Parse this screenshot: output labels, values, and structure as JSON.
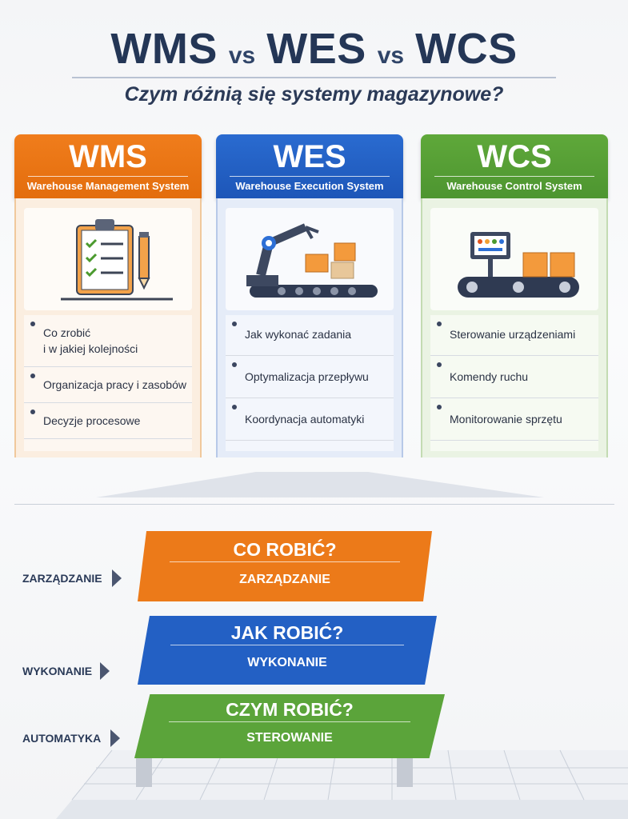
{
  "header": {
    "title_part1": "WMS",
    "title_vs1": "vs",
    "title_part2": "WES",
    "title_vs2": "vs",
    "title_part3": "WCS",
    "subtitle": "Czym różnią się systemy magazynowe?"
  },
  "columns": [
    {
      "abbr": "WMS",
      "full": "Warehouse Management System",
      "icon": "clipboard-checklist-icon",
      "items": [
        "Co zrobić\ni w jakiej kolejności",
        "Organizacja pracy i zasobów",
        "Decyzje procesowe"
      ]
    },
    {
      "abbr": "WES",
      "full": "Warehouse Execution System",
      "icon": "robot-arm-conveyor-icon",
      "items": [
        "Jak wykonać zadania",
        "Optymalizacja przepływu",
        "Koordynacja automatyki"
      ]
    },
    {
      "abbr": "WCS",
      "full": "Warehouse Control System",
      "icon": "control-panel-conveyor-icon",
      "items": [
        "Sterowanie urządzeniami",
        "Komendy ruchu",
        "Monitorowanie sprzętu"
      ]
    }
  ],
  "pyramid": {
    "tiers": [
      {
        "question": "CO ROBIĆ?",
        "label": "ZARZĄDZANIE"
      },
      {
        "question": "JAK ROBIĆ?",
        "label": "WYKONANIE"
      },
      {
        "question": "CZYM ROBIĆ?",
        "label": "STEROWANIE"
      }
    ],
    "side_labels": [
      "ZARZĄDZANIE",
      "WYKONANIE",
      "AUTOMATYKA"
    ]
  },
  "colors": {
    "wms": "#ec7a19",
    "wes": "#2360c4",
    "wcs": "#5ba43a",
    "navy": "#243656"
  }
}
